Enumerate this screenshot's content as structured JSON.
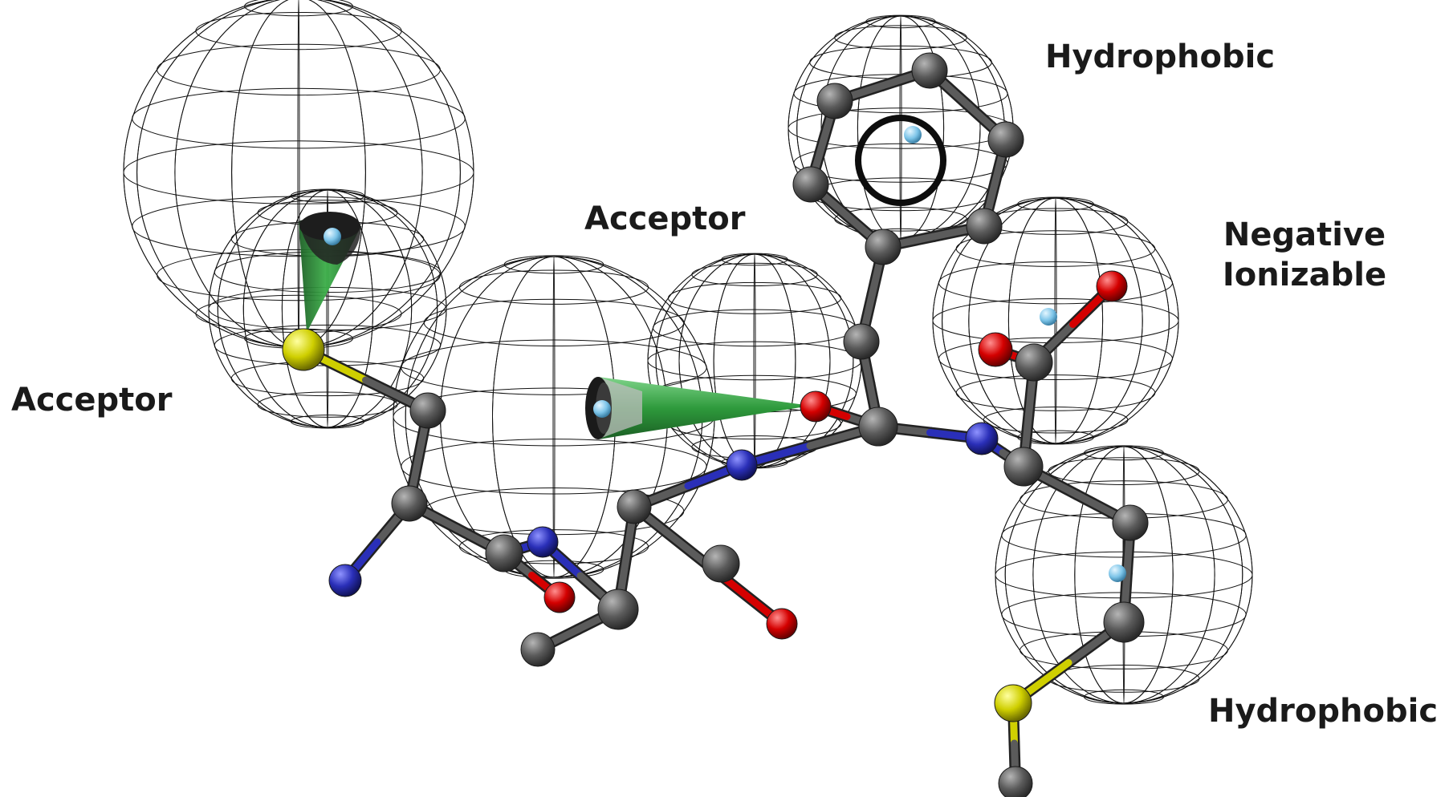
{
  "labels": {
    "acceptor_left": "Acceptor",
    "acceptor_center": "Acceptor",
    "hydrophobic_top": "Hydrophobic",
    "negative_line1": "Negative",
    "negative_line2": "Ionizable",
    "hydrophobic_bottom": "Hydrophobic"
  },
  "colors": {
    "carbon": "#5b5b5b",
    "nitrogen": "#2a2fb8",
    "oxygen": "#d40000",
    "sulfur": "#cfcf00",
    "feature_center": "#7cc4e8",
    "acceptor_vector": "#3db04a",
    "mesh": "#111111"
  },
  "icons": {
    "ring_marker": "aromatic-ring-circle",
    "acceptor_vector": "acceptor-cone"
  }
}
